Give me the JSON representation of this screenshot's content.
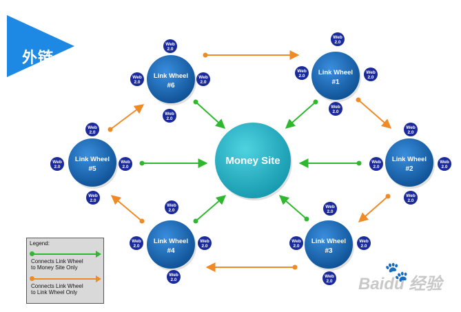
{
  "banner": {
    "text": "外链",
    "color": "#1e88e5"
  },
  "money_site": {
    "label": "Money Site",
    "color": "#1fb5c9"
  },
  "wheels": [
    {
      "id": "1",
      "label": [
        "Link Wheel",
        "#1"
      ]
    },
    {
      "id": "2",
      "label": [
        "Link Wheel",
        "#2"
      ]
    },
    {
      "id": "3",
      "label": [
        "Link Wheel",
        "#3"
      ]
    },
    {
      "id": "4",
      "label": [
        "Link Wheel",
        "#4"
      ]
    },
    {
      "id": "5",
      "label": [
        "Link Wheel",
        "#5"
      ]
    },
    {
      "id": "6",
      "label": [
        "Link Wheel",
        "#6"
      ]
    }
  ],
  "web20_label": [
    "Web",
    "2.0"
  ],
  "connections": {
    "to_money_site": [
      "1",
      "2",
      "3",
      "4",
      "5",
      "6"
    ],
    "wheel_to_wheel": [
      [
        "6",
        "1"
      ],
      [
        "1",
        "2"
      ],
      [
        "2",
        "3"
      ],
      [
        "3",
        "4"
      ],
      [
        "4",
        "5"
      ],
      [
        "5",
        "6"
      ]
    ]
  },
  "legend": {
    "title": "Legend:",
    "green_text": "Connects Link Wheel\nto Money Site Only",
    "orange_text": "Connects Link Wheel\nto Link Wheel Only"
  },
  "colors": {
    "wheel": "#1666b0",
    "web20": "#1a2a9a",
    "green": "#2eb82e",
    "orange": "#f08a24"
  },
  "watermark": {
    "text": "Baidu 经验",
    "paw": "🐾"
  }
}
